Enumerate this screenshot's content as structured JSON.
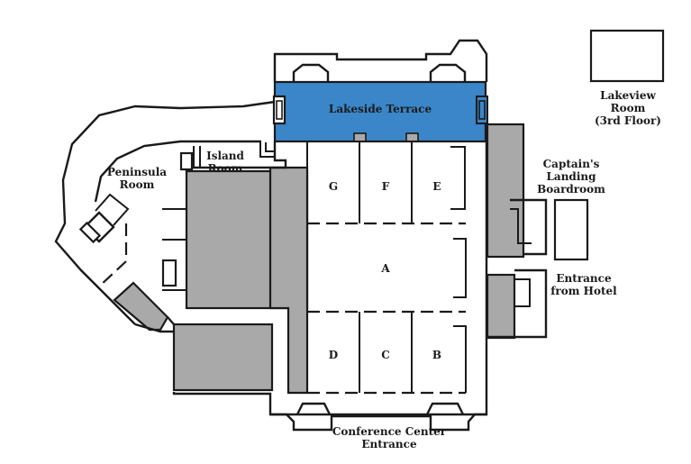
{
  "colors": {
    "highlight": "#3a86c8",
    "service_grey": "#a9a9a9",
    "wall": "#1a1a1a",
    "background": "#ffffff"
  },
  "rooms": {
    "lakeside_terrace": "Lakeside Terrace",
    "lakeview_room": [
      "Lakeview",
      "Room",
      "(3rd Floor)"
    ],
    "island_room": [
      "Island",
      "Room"
    ],
    "peninsula_room": [
      "Peninsula",
      "Room"
    ],
    "captains_landing": [
      "Captain's",
      "Landing",
      "Boardroom"
    ],
    "entrance_hotel": [
      "Entrance",
      "from Hotel"
    ],
    "conference_entrance": [
      "Conference Center",
      "Entrance"
    ],
    "section_a": "A",
    "section_b": "B",
    "section_c": "C",
    "section_d": "D",
    "section_e": "E",
    "section_f": "F",
    "section_g": "G"
  },
  "highlighted_room": "Lakeside Terrace"
}
